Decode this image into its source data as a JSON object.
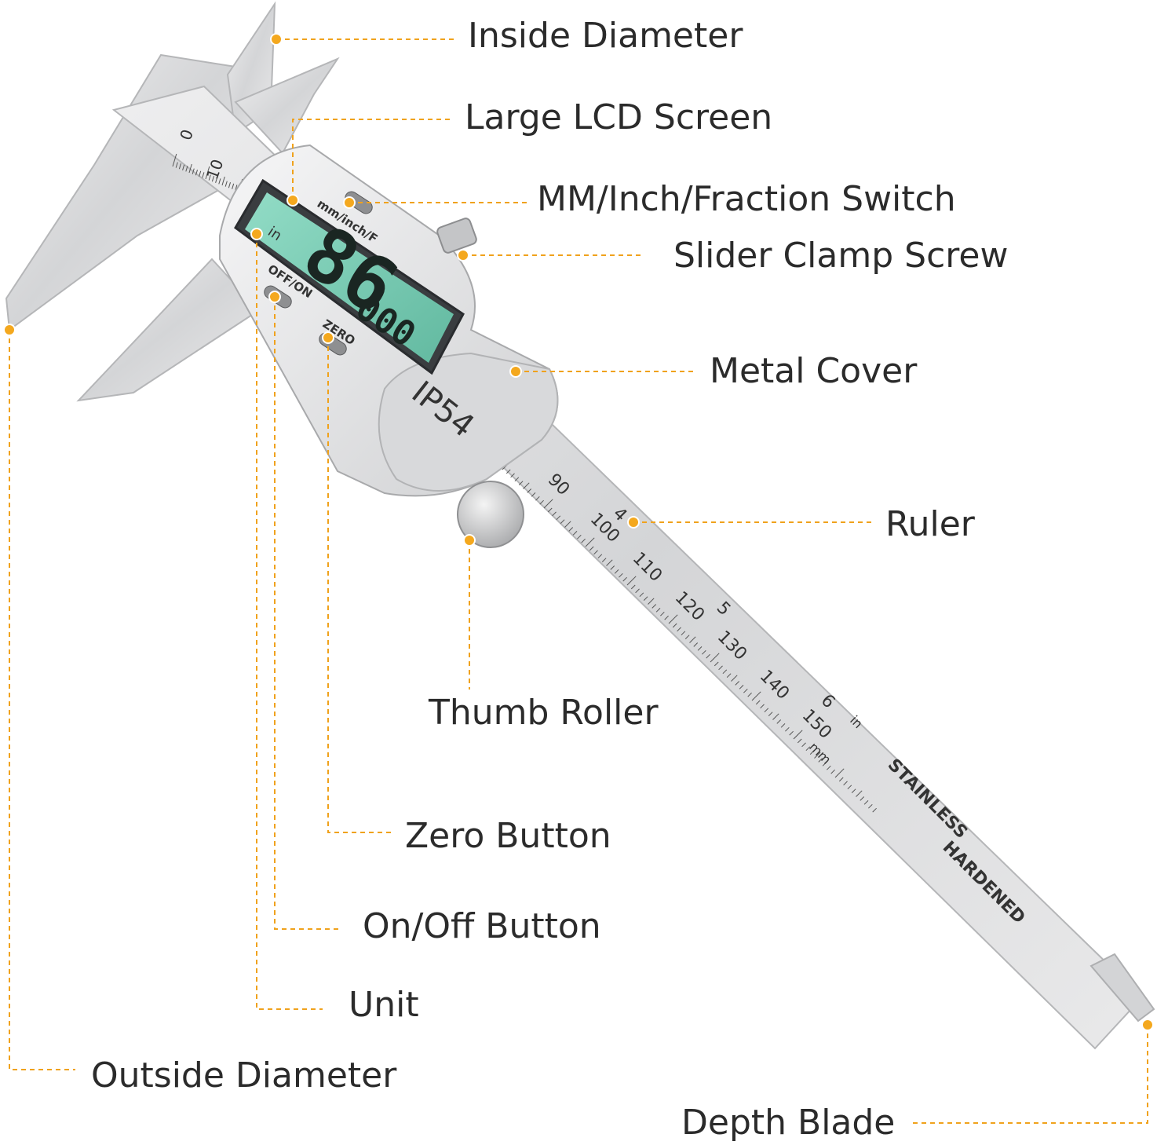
{
  "colors": {
    "accent": "#f4a81e",
    "label_text": "#2b2b2b",
    "lcd_green": "#7fcfb8",
    "steel": "#d9dadb"
  },
  "labels": {
    "inside_diameter": "Inside Diameter",
    "large_lcd_screen": "Large LCD Screen",
    "unit_switch": "MM/Inch/Fraction Switch",
    "slider_clamp_screw": "Slider Clamp Screw",
    "metal_cover": "Metal Cover",
    "ruler": "Ruler",
    "thumb_roller": "Thumb Roller",
    "zero_button": "Zero Button",
    "on_off_button": "On/Off Button",
    "unit": "Unit",
    "outside_diameter": "Outside Diameter",
    "depth_blade": "Depth Blade"
  },
  "device": {
    "lcd_unit": "in",
    "lcd_main_digits": "86",
    "lcd_small_digits": "000",
    "switch_label": "mm/inch/F",
    "power_label": "OFF/ON",
    "zero_label": "ZERO",
    "cover_mark": "IP54",
    "scale_mm": "mm",
    "scale_in": "in",
    "stainless": "STAINLESS",
    "hardened": "HARDENED",
    "top_scale": [
      "0",
      "10"
    ],
    "mm_scale": [
      "90",
      "100",
      "110",
      "120",
      "130",
      "140",
      "150"
    ],
    "in_scale": [
      "4",
      "5",
      "6"
    ]
  }
}
